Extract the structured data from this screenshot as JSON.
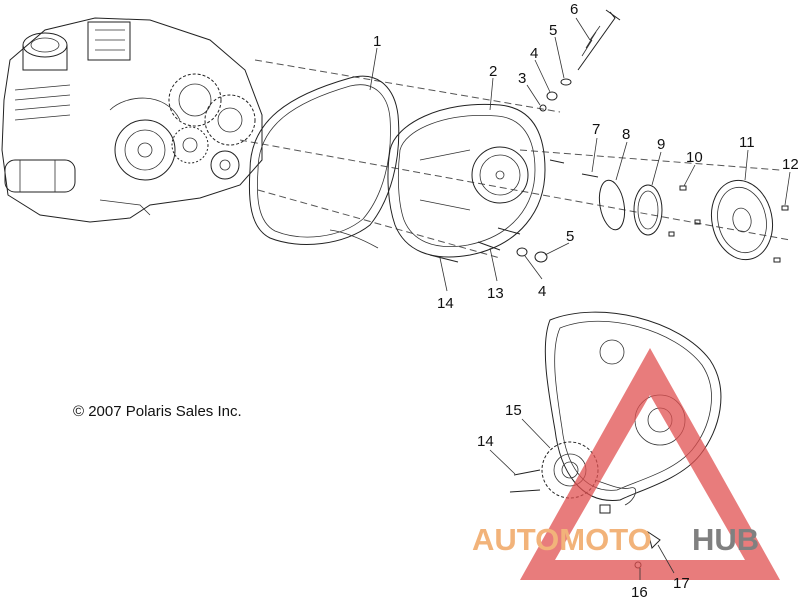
{
  "copyright": "© 2007 Polaris Sales Inc.",
  "callouts": [
    "1",
    "2",
    "3",
    "4",
    "5",
    "6",
    "7",
    "8",
    "9",
    "10",
    "11",
    "12",
    "4",
    "5",
    "13",
    "14",
    "15",
    "14",
    "16",
    "17"
  ],
  "watermark": {
    "part1": "AUTOMOTO",
    "part2": "HUB",
    "color_primary": "#f2b37a",
    "color_secondary": "#808080",
    "triangle_color": "#e05050"
  }
}
